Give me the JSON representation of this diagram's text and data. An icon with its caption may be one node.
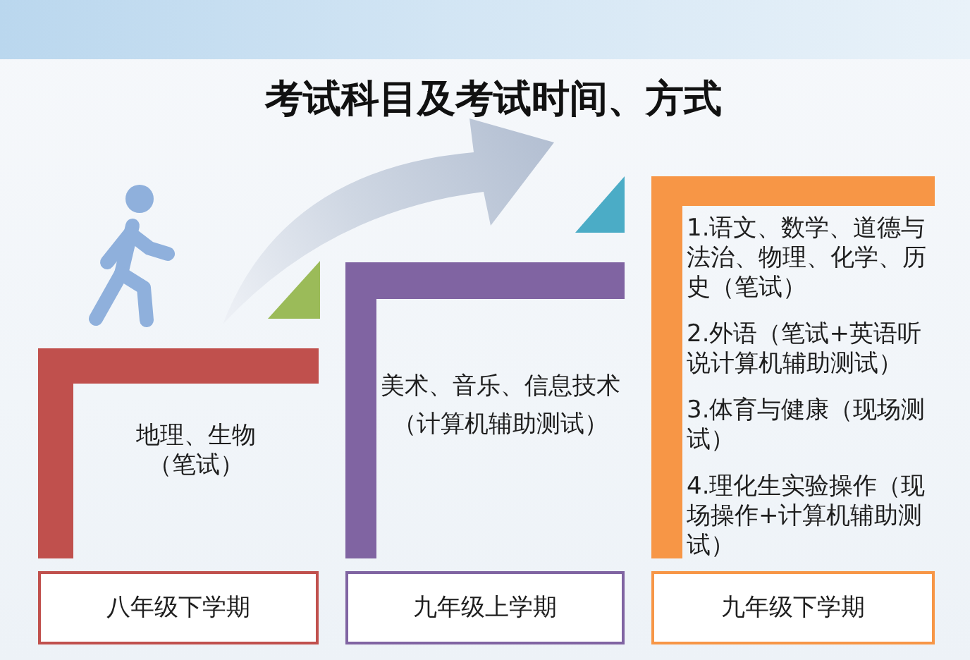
{
  "diagram": {
    "title": "考试科目及考试时间、方式",
    "nodes": [
      {
        "text": [
          "地理、生物（笔试）"
        ]
      },
      {
        "text": [
          "八年级下学期"
        ]
      },
      {
        "text": [
          "美术、音乐、信息技术（计算机辅助测试）"
        ]
      },
      {
        "text": [
          "九年级上学期"
        ]
      },
      {
        "text": [
          "1.语文、数学、道德与法治、物理、化学、历史（笔试）",
          "2.外语（笔试+英语听说计算机辅助测试）",
          "3.体育与健康（现场测试）",
          "4.理化生实验操作（现场操作+计算机辅助测试）"
        ]
      },
      {
        "text": [
          "九年级下学期"
        ]
      }
    ]
  }
}
